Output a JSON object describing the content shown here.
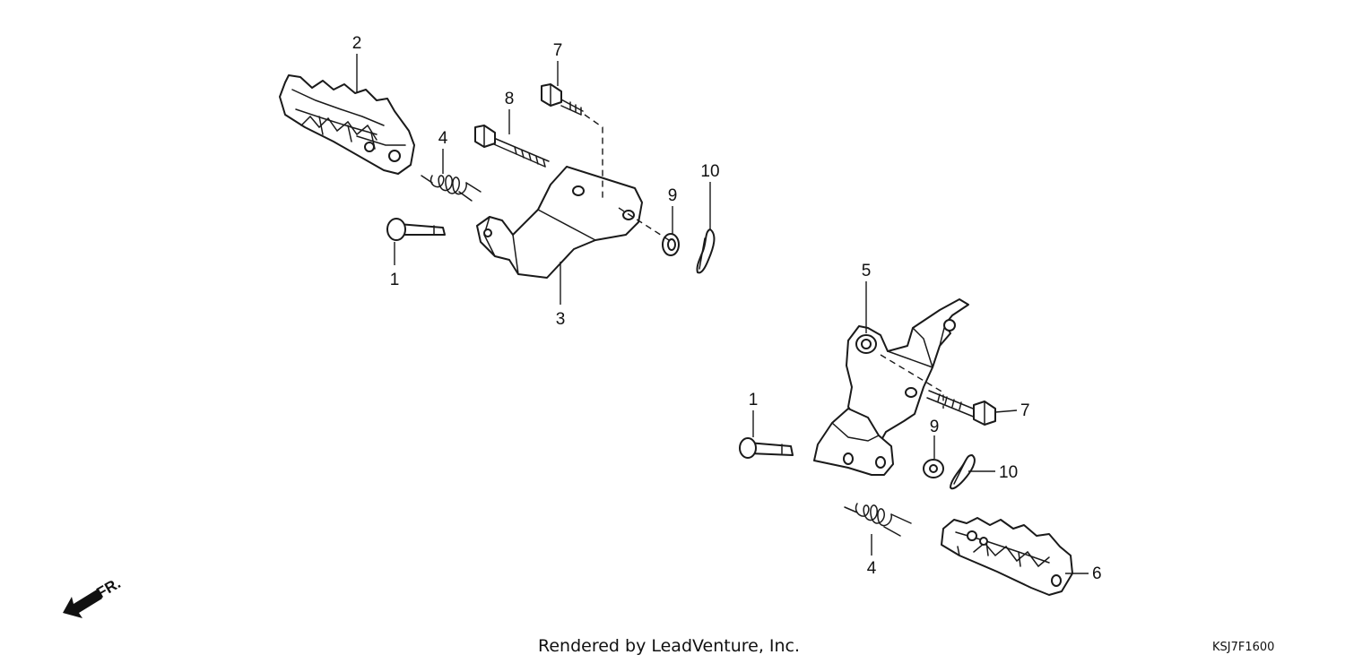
{
  "callouts": {
    "left_1": "1",
    "left_2": "2",
    "left_3": "3",
    "left_4": "4",
    "left_7": "7",
    "left_8": "8",
    "left_9": "9",
    "left_10": "10",
    "right_1": "1",
    "right_4": "4",
    "right_5": "5",
    "right_6": "6",
    "right_7": "7",
    "right_9": "9",
    "right_10": "10"
  },
  "direction_label": "FR.",
  "footer": {
    "credit": "Rendered by LeadVenture, Inc.",
    "code": "KSJ7F1600"
  }
}
